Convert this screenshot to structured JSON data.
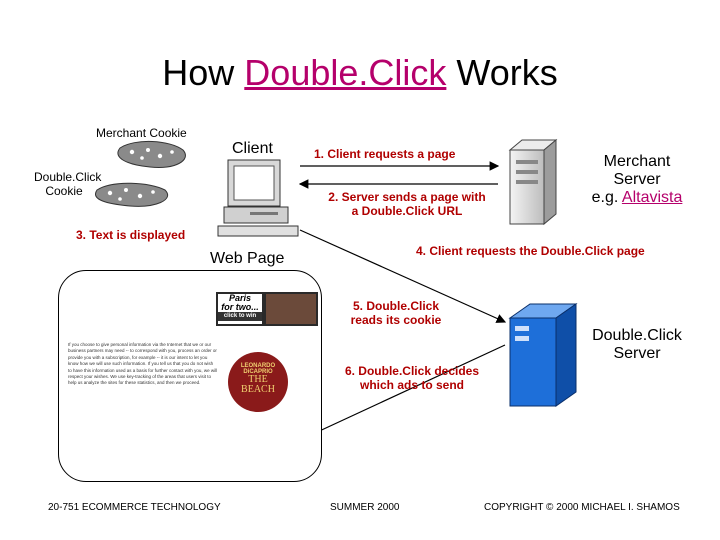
{
  "title": {
    "prefix": "How ",
    "brand": "Double.Click",
    "suffix": " Works"
  },
  "labels": {
    "merchant_cookie": "Merchant Cookie",
    "doubleclick_cookie_line1": "Double.Click",
    "doubleclick_cookie_line2": "Cookie",
    "client": "Client",
    "web_page": "Web Page",
    "merchant_server_line1": "Merchant",
    "merchant_server_line2": "Server",
    "merchant_server_line3_prefix": "e.g. ",
    "merchant_server_link": "Altavista",
    "dc_server_line1": "Double.Click",
    "dc_server_line2": "Server"
  },
  "steps": {
    "s1": "1. Client requests a page",
    "s2_line1": "2. Server sends a page with",
    "s2_line2": "a Double.Click URL",
    "s3": "3. Text is displayed",
    "s4": "4. Client requests the Double.Click page",
    "s5_line1": "5. Double.Click",
    "s5_line2": "reads its cookie",
    "s6_line1": "6. Double.Click decides",
    "s6_line2": "which ads to send"
  },
  "ads": {
    "paris_line1": "Paris",
    "paris_line2": "for two...",
    "paris_line3": "click to win",
    "beach_line1": "LEONARDO",
    "beach_line2": "DiCAPRIO",
    "beach_line3": "THE",
    "beach_line4": "BEACH"
  },
  "page_text": "If you choose to give personal information via the Internet that we or our business partners may need -- to correspond with you, process an order or provide you with a subscription, for example -- it is our intent to let you know how we will use such information. If you tell us that you do not wish to have this information used as a basis for further contact with you, we will respect your wishes. We use key-tracking of the areas that users visit to help us analyze the sites for these statistics, and then we proceed.",
  "footer": {
    "course": "20-751 ECOMMERCE TECHNOLOGY",
    "term": "SUMMER 2000",
    "copyright": "COPYRIGHT © 2000 MICHAEL I. SHAMOS"
  },
  "colors": {
    "step_text": "#b00000",
    "brand": "#b5006b",
    "server_blue": "#1e6fd9"
  }
}
